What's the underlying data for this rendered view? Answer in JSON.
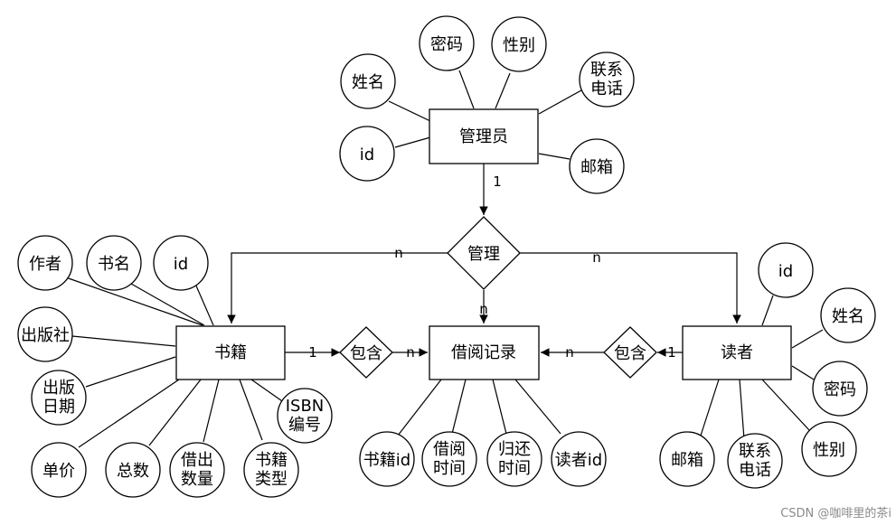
{
  "entities": {
    "admin": "管理员",
    "book": "书籍",
    "record": "借阅记录",
    "reader": "读者"
  },
  "relations": {
    "manage": "管理",
    "contain_left": "包含",
    "contain_right": "包含"
  },
  "attributes": {
    "admin": {
      "name": "姓名",
      "password": "密码",
      "gender": "性别",
      "contact": [
        "联系",
        "电话"
      ],
      "id": "id",
      "email": "邮箱"
    },
    "book": {
      "author": "作者",
      "title": "书名",
      "id": "id",
      "publisher": "出版社",
      "pub_date": [
        "出版",
        "日期"
      ],
      "price": "单价",
      "total": "总数",
      "borrowed": [
        "借出",
        "数量"
      ],
      "category": [
        "书籍",
        "类型"
      ],
      "isbn": [
        "ISBN",
        "编号"
      ]
    },
    "record": {
      "book_id": "书籍id",
      "borrow_time": [
        "借阅",
        "时间"
      ],
      "return_time": [
        "归还",
        "时间"
      ],
      "reader_id": "读者id"
    },
    "reader": {
      "id": "id",
      "name": "姓名",
      "password": "密码",
      "gender": "性别",
      "contact": [
        "联系",
        "电话"
      ],
      "email": "邮箱"
    }
  },
  "cardinality": {
    "admin_manage": "1",
    "manage_book": "n",
    "manage_reader": "n",
    "manage_record": "n",
    "book_contain": "1",
    "contain_record_left": "n",
    "contain_record_right": "n",
    "reader_contain": "1"
  },
  "watermark": "CSDN @咖啡里的茶i"
}
